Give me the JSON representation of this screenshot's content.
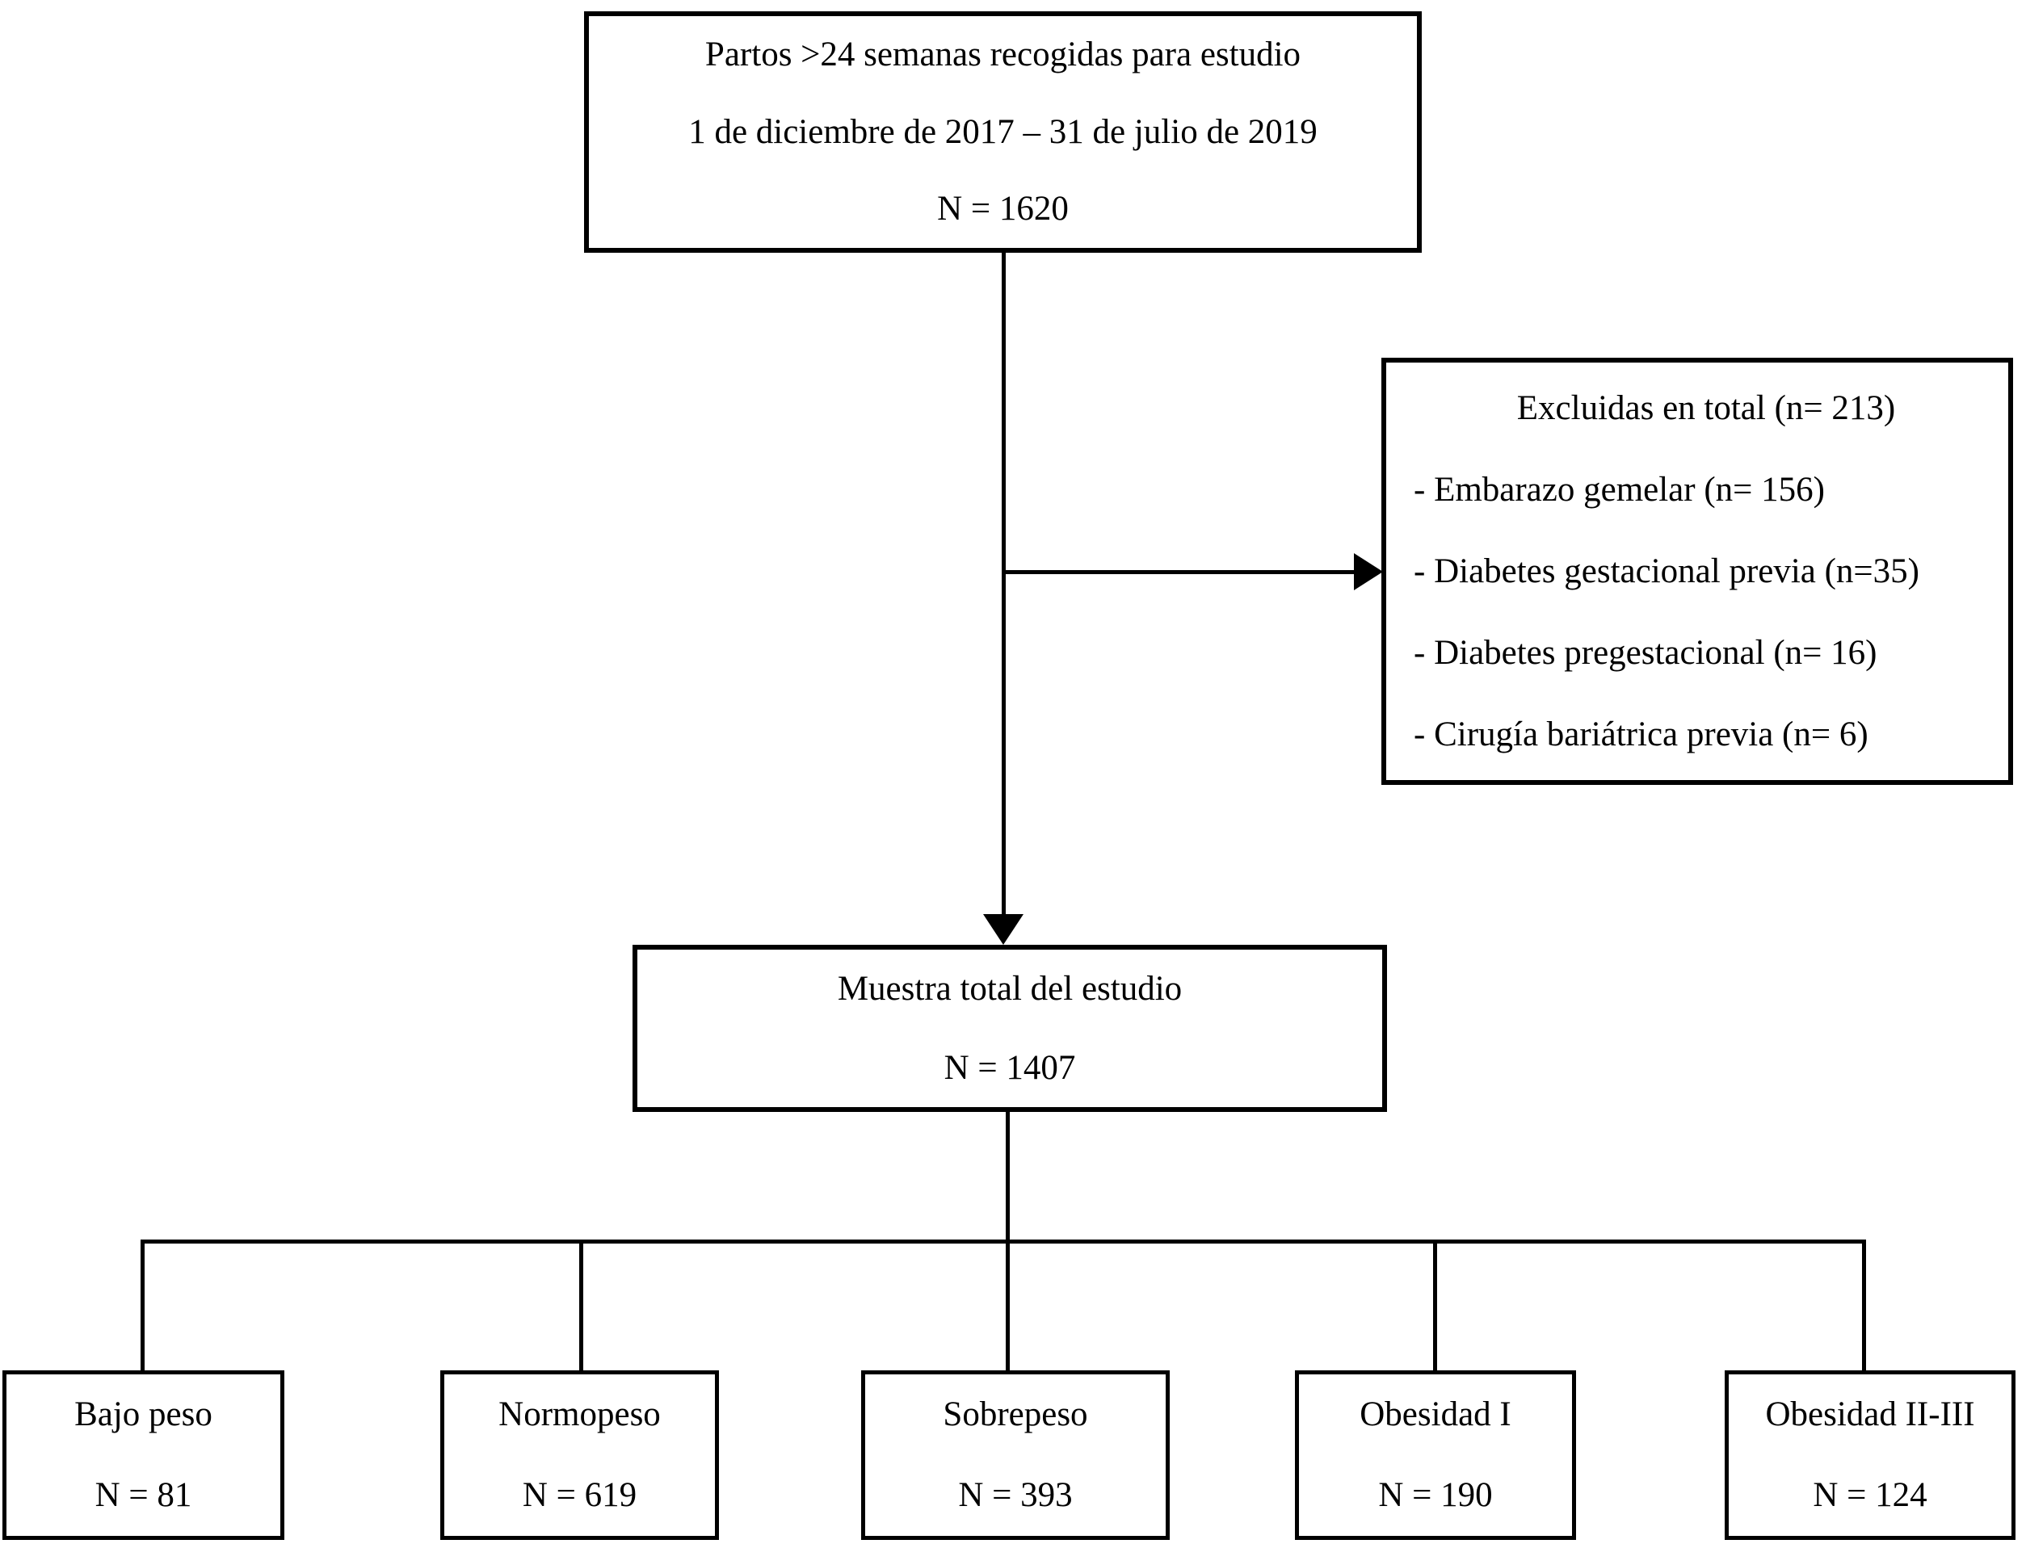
{
  "colors": {
    "ink": "#000000",
    "paper": "#ffffff"
  },
  "flow": {
    "top_box": {
      "lines": [
        "Partos >24 semanas recogidas para estudio",
        "1 de diciembre de 2017 – 31 de julio de 2019",
        "N = 1620"
      ]
    },
    "exclusion_box": {
      "title": "Excluidas en total (n= 213)",
      "items": [
        "- Embarazo gemelar (n= 156)",
        "- Diabetes gestacional previa (n=35)",
        "- Diabetes pregestacional (n= 16)",
        "- Cirugía bariátrica previa (n= 6)"
      ]
    },
    "sample_box": {
      "title": "Muestra total del estudio",
      "n": "N = 1407"
    },
    "groups": [
      {
        "label": "Bajo peso",
        "n": "N = 81"
      },
      {
        "label": "Normopeso",
        "n": "N = 619"
      },
      {
        "label": "Sobrepeso",
        "n": "N = 393"
      },
      {
        "label": "Obesidad I",
        "n": "N = 190"
      },
      {
        "label": "Obesidad II-III",
        "n": "N = 124"
      }
    ]
  }
}
